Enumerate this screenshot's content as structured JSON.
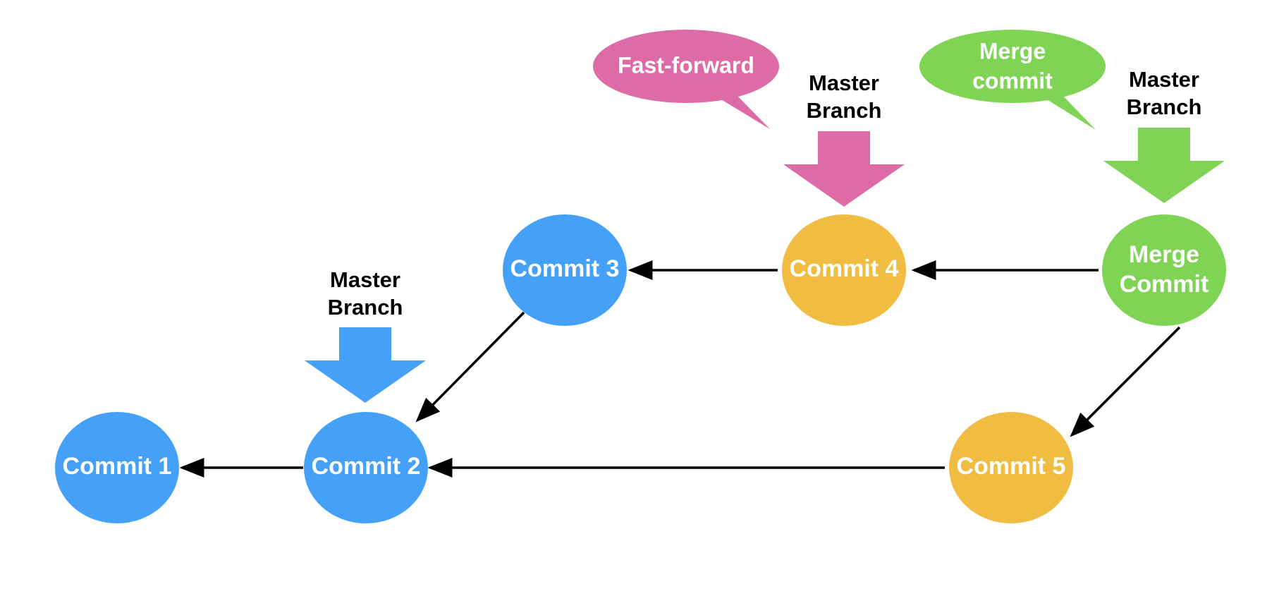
{
  "colors": {
    "blue": "#45A1F8",
    "orange": "#F0BC41",
    "green": "#80D455",
    "pink": "#DD6BA6",
    "edge": "#000000"
  },
  "nodes": {
    "c1": {
      "label": "Commit 1"
    },
    "c2": {
      "label": "Commit 2"
    },
    "c3": {
      "label": "Commit 3"
    },
    "c4": {
      "label": "Commit 4"
    },
    "c5": {
      "label": "Commit 5"
    },
    "merge": {
      "line1": "Merge",
      "line2": "Commit"
    }
  },
  "pointers": {
    "p1": {
      "line1": "Master",
      "line2": "Branch"
    },
    "p2": {
      "line1": "Master",
      "line2": "Branch"
    },
    "p3": {
      "line1": "Master",
      "line2": "Branch"
    }
  },
  "bubbles": {
    "fast_forward": {
      "text": "Fast-forward"
    },
    "merge_commit": {
      "line1": "Merge",
      "line2": "commit"
    }
  }
}
